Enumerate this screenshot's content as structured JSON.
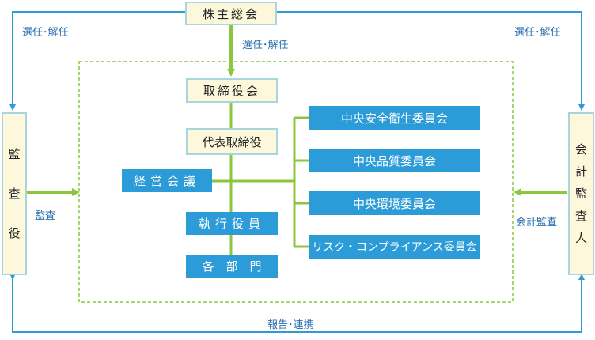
{
  "nodes": {
    "shareholders": "株主総会",
    "board": "取締役会",
    "representative": "代表取締役",
    "management_meeting": "経営会議",
    "executive_officers": "執行役員",
    "departments": "各　部　門",
    "auditor_chars": [
      "監",
      "査",
      "役"
    ],
    "accounting_auditor_chars": [
      "会",
      "計",
      "監",
      "査",
      "人"
    ]
  },
  "committees": [
    "中央安全衛生委員会",
    "中央品質委員会",
    "中央環境委員会",
    "リスク・コンプライアンス委員会"
  ],
  "labels": {
    "appoint_left": "選任･解任",
    "appoint_right": "選任･解任",
    "appoint_center": "選任･解任",
    "audit": "監査",
    "accounting_audit": "会計監査",
    "report": "報告･連携"
  },
  "colors": {
    "blue_line": "#2e9bd6",
    "green_line": "#8cc63f",
    "dashed_border": "#8cc63f",
    "cream_fill": "#fdf8dc",
    "blue_box": "#2c9cd9"
  }
}
